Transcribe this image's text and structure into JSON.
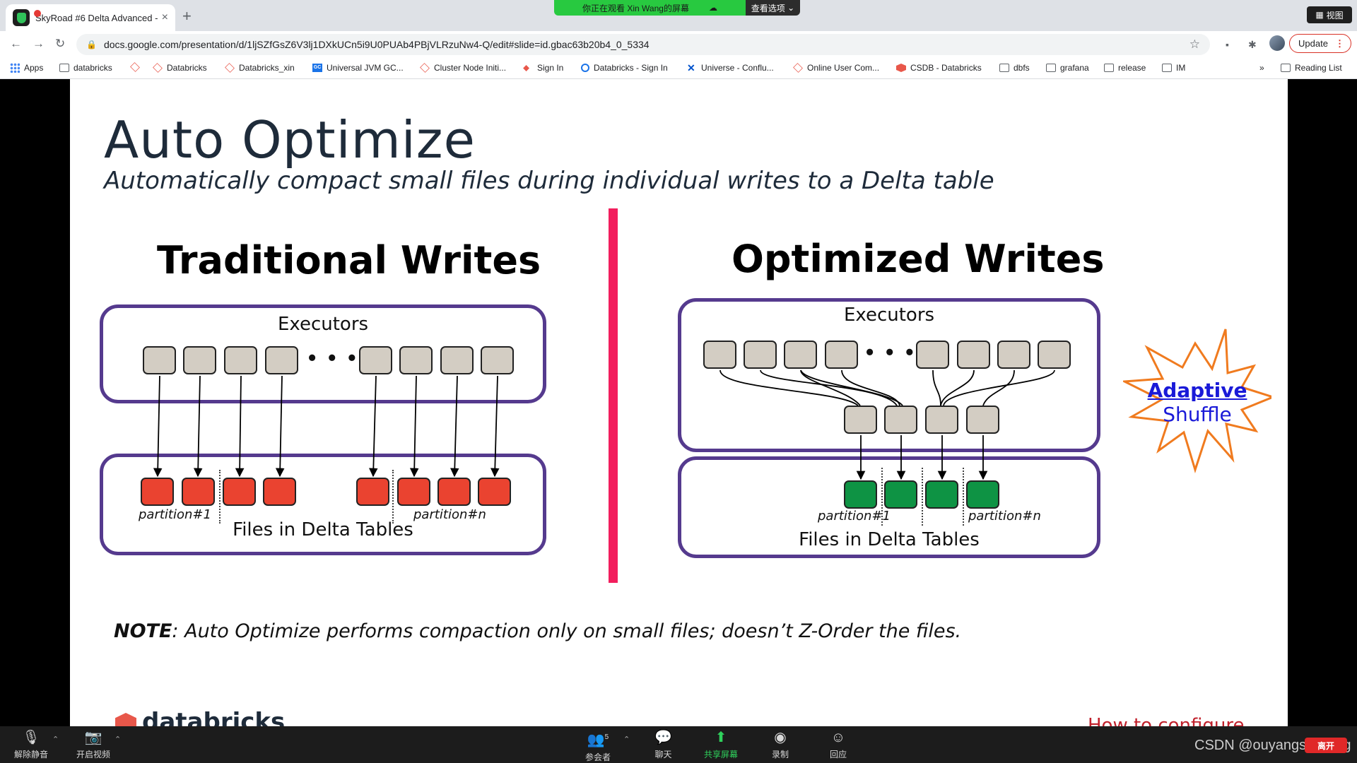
{
  "browser": {
    "tab_title": "SkyRoad #6 Delta Advanced - ",
    "tab_close": "×",
    "new_tab": "+",
    "url": "docs.google.com/presentation/d/1ljSZfGsZ6V3lj1DXkUCn5i9U0PUAb4PBjVLRzuNw4-Q/edit#slide=id.gbac63b20b4_0_5334",
    "view_label": "视图",
    "update_label": "Update",
    "update_dots": "⋮"
  },
  "share_banner": {
    "text": "你正在观看 Xin Wang的屏幕",
    "options": "查看选项"
  },
  "bookmarks": [
    {
      "label": "Apps",
      "icon": "apps"
    },
    {
      "label": "databricks",
      "icon": "folder"
    },
    {
      "label": "",
      "icon": "db-out"
    },
    {
      "label": "Databricks",
      "icon": "db-out"
    },
    {
      "label": "Databricks_xin",
      "icon": "db-out"
    },
    {
      "label": "Universal JVM GC...",
      "icon": "gc"
    },
    {
      "label": "Cluster Node Initi...",
      "icon": "db-out"
    },
    {
      "label": "Sign In",
      "icon": "signin"
    },
    {
      "label": "Databricks - Sign In",
      "icon": "ring"
    },
    {
      "label": "Universe - Conflu...",
      "icon": "x"
    },
    {
      "label": "Online User Com...",
      "icon": "db-out"
    },
    {
      "label": "CSDB - Databricks",
      "icon": "db"
    },
    {
      "label": "dbfs",
      "icon": "folder"
    },
    {
      "label": "grafana",
      "icon": "folder"
    },
    {
      "label": "release",
      "icon": "folder"
    },
    {
      "label": "IM",
      "icon": "folder"
    }
  ],
  "bookmarks_more": "»",
  "reading_list": "Reading List",
  "slide": {
    "title": "Auto Optimize",
    "subtitle": "Automatically compact small files during individual writes to a Delta table",
    "left": {
      "heading": "Traditional Writes",
      "executors_label": "Executors",
      "files_label": "Files in Delta Tables",
      "partition_first": "partition#1",
      "partition_last": "partition#n"
    },
    "right": {
      "heading": "Optimized Writes",
      "executors_label": "Executors",
      "files_label": "Files in Delta Tables",
      "partition_first": "partition#1",
      "partition_last": "partition#n"
    },
    "burst": {
      "line1": "Adaptive",
      "line2": "Shuffle"
    },
    "note_prefix": "NOTE",
    "note_text": ": Auto Optimize performs compaction only on small files; doesn’t Z-Order the files.",
    "logo_text": "databricks",
    "footer_link": "How to configure",
    "ellipsis": "• • •"
  },
  "zoom": {
    "unmute": "解除静音",
    "start_video": "开启视频",
    "participants": "参会者",
    "participants_count": "5",
    "chat": "聊天",
    "share_screen": "共享屏幕",
    "record": "录制",
    "reactions": "回应",
    "leave": "离开",
    "watermark": "CSDN @ouyangshixiong"
  },
  "colors": {
    "divider": "#f21e5d",
    "box_border": "#553a8e",
    "file_red": "#ea4330",
    "file_green": "#0e9344",
    "executor": "#d3cdc3",
    "burst_stroke": "#f07b1f"
  }
}
